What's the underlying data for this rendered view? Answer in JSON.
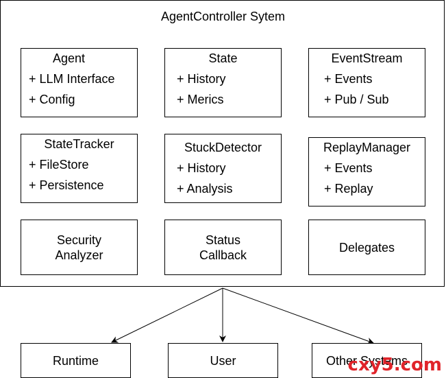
{
  "system": {
    "title": "AgentController Sytem"
  },
  "components": {
    "agent": {
      "title": "Agent",
      "items": [
        "+ LLM Interface",
        "+ Config"
      ]
    },
    "state": {
      "title": "State",
      "items": [
        "+ History",
        "+ Merics"
      ]
    },
    "event_stream": {
      "title": "EventStream",
      "items": [
        "+ Events",
        "+ Pub / Sub"
      ]
    },
    "state_tracker": {
      "title": "StateTracker",
      "items": [
        "+ FileStore",
        "+ Persistence"
      ]
    },
    "stuck_detector": {
      "title": "StuckDetector",
      "items": [
        "+ History",
        "+ Analysis"
      ]
    },
    "replay_manager": {
      "title": "ReplayManager",
      "items": [
        "+ Events",
        "+ Replay"
      ]
    },
    "security_analyzer": {
      "lines": [
        "Security",
        "Analyzer"
      ]
    },
    "status_callback": {
      "lines": [
        "Status",
        "Callback"
      ]
    },
    "delegates": {
      "label": "Delegates"
    }
  },
  "targets": {
    "runtime": "Runtime",
    "user": "User",
    "other_systems": "Other Systems"
  },
  "watermark": "cxy5.com"
}
